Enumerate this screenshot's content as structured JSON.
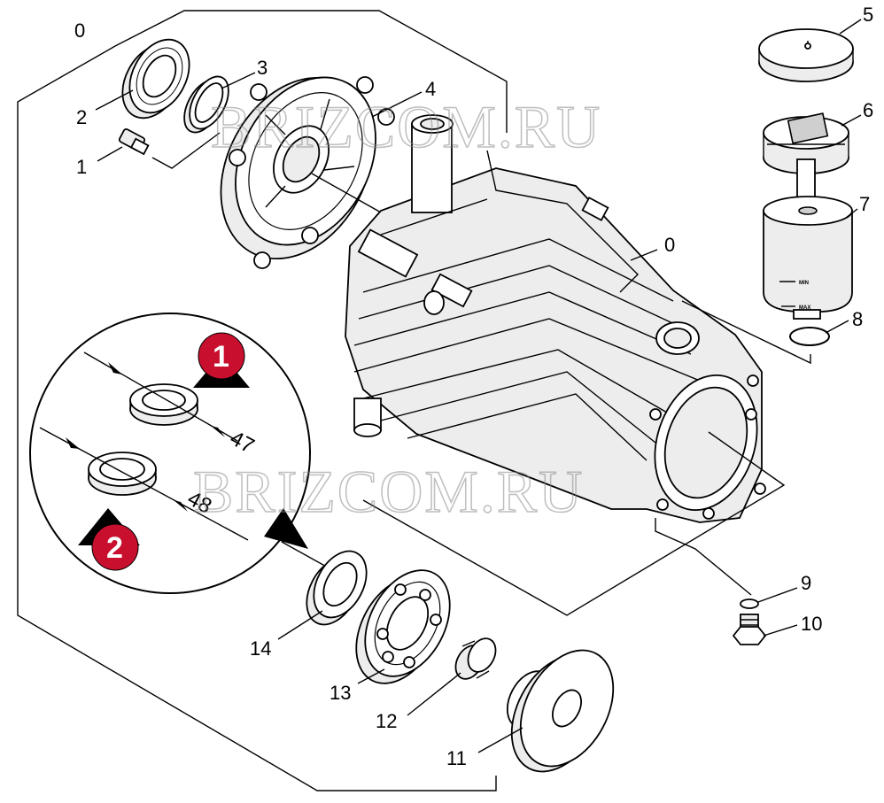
{
  "part_labels": {
    "assembly_top": "0",
    "assembly_main": "0",
    "p1": "1",
    "p2": "2",
    "p3": "3",
    "p4": "4",
    "p5": "5",
    "p6": "6",
    "p7": "7",
    "p8": "8",
    "p9": "9",
    "p10": "10",
    "p11": "11",
    "p12": "12",
    "p13": "13",
    "p14": "14"
  },
  "detail": {
    "dim_1": "47",
    "dim_2": "48",
    "badge_1": "1",
    "badge_2": "2",
    "badge_color": "#c8102e"
  },
  "oil_tank": {
    "min_mark": "MIN",
    "max_mark": "MAX"
  },
  "watermark": {
    "text_top": "BRIZCOM.RU",
    "text_mid": "BRIZCOM.RU"
  }
}
